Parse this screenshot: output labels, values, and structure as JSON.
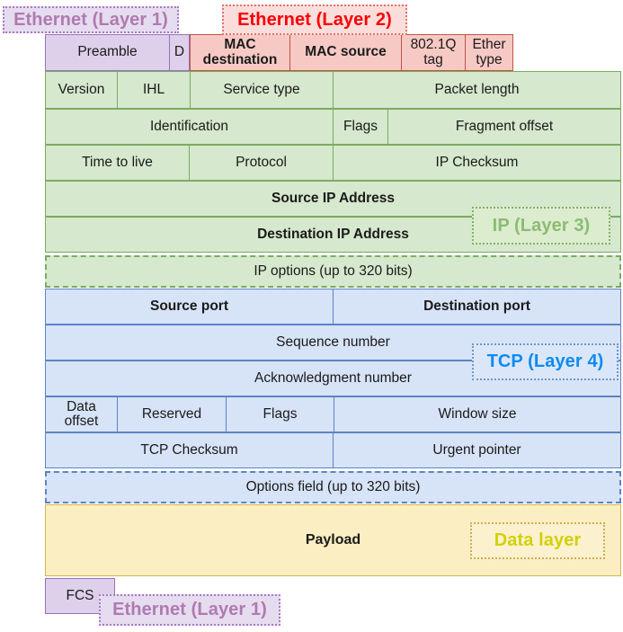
{
  "diagram": {
    "title": "Network packet header structure",
    "colors": {
      "ethernet_l1_fill": "#ded0ea",
      "ethernet_l1_border": "#9a6fbd",
      "ethernet_l1_text": "#b07ab0",
      "ethernet_l2_fill": "#f7c9c4",
      "ethernet_l2_border": "#bf5448",
      "ethernet_l2_text": "#fb0007",
      "ip_fill": "#d6e8cd",
      "ip_border": "#7bab62",
      "ip_text": "#8cbb72",
      "tcp_fill": "#d7e3f7",
      "tcp_border": "#5b84c4",
      "tcp_text": "#0e8af2",
      "data_fill": "#fbeec2",
      "data_border": "#d9b44a",
      "data_text": "#d3d006"
    }
  },
  "tags": {
    "ethernet_layer1_top": "Ethernet (Layer 1)",
    "ethernet_layer2": "Ethernet (Layer 2)",
    "ip_layer3": "IP (Layer 3)",
    "tcp_layer4": "TCP (Layer 4)",
    "data_layer": "Data layer",
    "ethernet_layer1_bottom": "Ethernet (Layer 1)"
  },
  "rows": {
    "ethernet_header": [
      {
        "label": "Preamble",
        "bold": false
      },
      {
        "label": "D",
        "bold": false
      },
      {
        "label": "MAC\ndestination",
        "bold": true
      },
      {
        "label": "MAC source",
        "bold": true
      },
      {
        "label": "802.1Q\ntag",
        "bold": false
      },
      {
        "label": "Ether\ntype",
        "bold": false
      }
    ],
    "ip_row1": [
      {
        "label": "Version",
        "bold": false
      },
      {
        "label": "IHL",
        "bold": false
      },
      {
        "label": "Service type",
        "bold": false
      },
      {
        "label": "Packet length",
        "bold": false
      }
    ],
    "ip_row2": [
      {
        "label": "Identification",
        "bold": false
      },
      {
        "label": "Flags",
        "bold": false
      },
      {
        "label": "Fragment offset",
        "bold": false
      }
    ],
    "ip_row3": [
      {
        "label": "Time to live",
        "bold": false
      },
      {
        "label": "Protocol",
        "bold": false
      },
      {
        "label": "IP Checksum",
        "bold": false
      }
    ],
    "ip_source": {
      "label": "Source IP Address",
      "bold": true
    },
    "ip_destination": {
      "label": "Destination IP Address",
      "bold": true
    },
    "ip_options": {
      "label": "IP options (up to 320 bits)",
      "bold": false
    },
    "tcp_ports": [
      {
        "label": "Source port",
        "bold": true
      },
      {
        "label": "Destination port",
        "bold": true
      }
    ],
    "tcp_sequence": {
      "label": "Sequence number",
      "bold": false
    },
    "tcp_ack": {
      "label": "Acknowledgment number",
      "bold": false
    },
    "tcp_row4": [
      {
        "label": "Data\noffset",
        "bold": false
      },
      {
        "label": "Reserved",
        "bold": false
      },
      {
        "label": "Flags",
        "bold": false
      },
      {
        "label": "Window size",
        "bold": false
      }
    ],
    "tcp_row5": [
      {
        "label": "TCP Checksum",
        "bold": false
      },
      {
        "label": "Urgent pointer",
        "bold": false
      }
    ],
    "tcp_options": {
      "label": "Options field (up to 320 bits)",
      "bold": false
    },
    "payload": {
      "label": "Payload",
      "bold": true
    },
    "fcs": {
      "label": "FCS",
      "bold": false
    }
  }
}
